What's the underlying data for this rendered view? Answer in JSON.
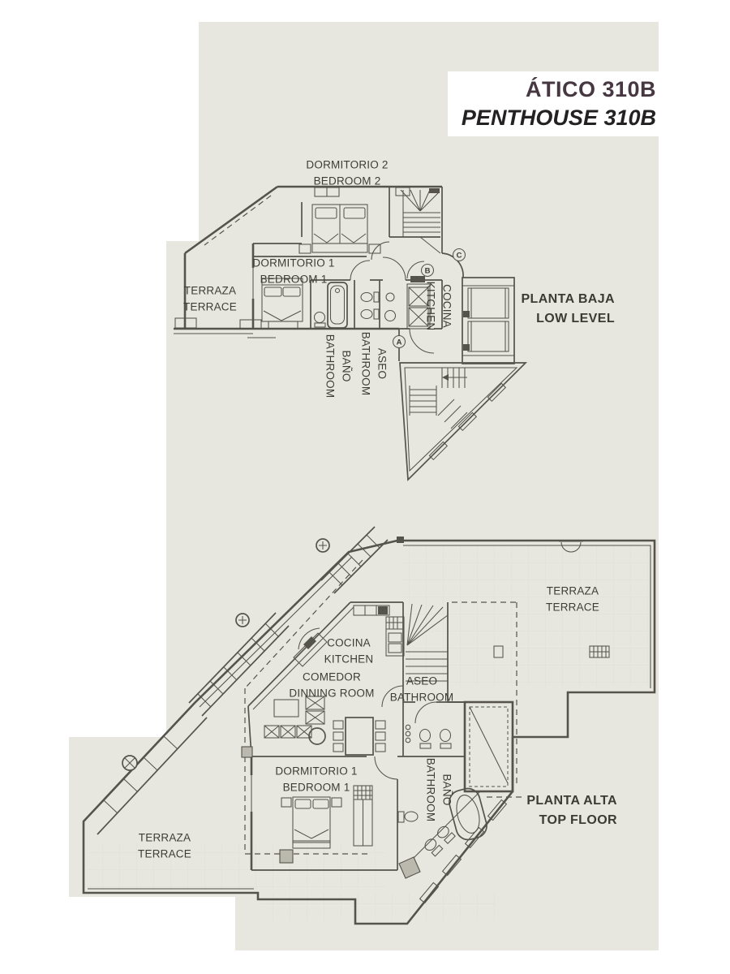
{
  "title": {
    "line1": "ÁTICO 310B",
    "line2": "PENTHOUSE 310B"
  },
  "colors": {
    "background": "#e8e7df",
    "line": "#55534b",
    "title_primary": "#463741",
    "title_secondary": "#232122",
    "label_text": "#3e3c35"
  },
  "upper_plan": {
    "name": {
      "line1": "PLANTA BAJA",
      "line2": "LOW LEVEL"
    },
    "labels": {
      "bedroom2": {
        "line1": "DORMITORIO 2",
        "line2": "BEDROOM 2"
      },
      "bedroom1": {
        "line1": "DORMITORIO 1",
        "line2": "BEDROOM 1"
      },
      "terrace": {
        "line1": "TERRAZA",
        "line2": "TERRACE"
      },
      "kitchen": {
        "line1": "COCINA",
        "line2": "KITCHEN"
      },
      "bathroom": {
        "line1": "BAÑO",
        "line2": "BATHROOM"
      },
      "toilet": {
        "line1": "ASEO",
        "line2": "BATHROOM"
      }
    },
    "markers": {
      "a": "A",
      "b": "B",
      "c": "C"
    }
  },
  "lower_plan": {
    "name": {
      "line1": "PLANTA ALTA",
      "line2": "TOP FLOOR"
    },
    "labels": {
      "terrace_upper": {
        "line1": "TERRAZA",
        "line2": "TERRACE"
      },
      "kitchen": {
        "line1": "COCINA",
        "line2": "KITCHEN"
      },
      "dining": {
        "line1": "COMEDOR",
        "line2": "DINNING ROOM"
      },
      "toilet": {
        "line1": "ASEO",
        "line2": "BATHROOM"
      },
      "bedroom1": {
        "line1": "DORMITORIO 1",
        "line2": "BEDROOM 1"
      },
      "bathroom": {
        "line1": "BAÑO",
        "line2": "BATHROOM"
      },
      "terrace_lower": {
        "line1": "TERRAZA",
        "line2": "TERRACE"
      }
    }
  }
}
